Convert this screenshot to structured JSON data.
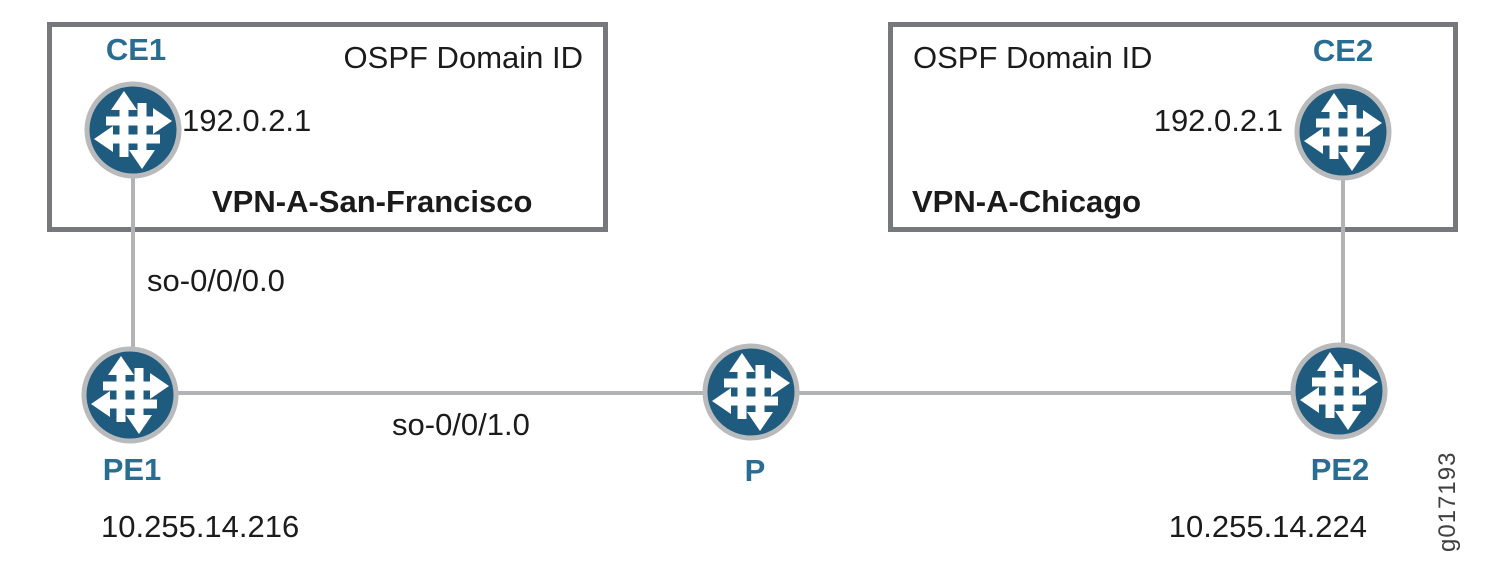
{
  "boxes": {
    "san_francisco": {
      "ospf_title": "OSPF Domain ID",
      "domain_id": "192.0.2.1",
      "vpn_label": "VPN-A-San-Francisco"
    },
    "chicago": {
      "ospf_title": "OSPF Domain ID",
      "domain_id": "192.0.2.1",
      "vpn_label": "VPN-A-Chicago"
    }
  },
  "nodes": {
    "ce1": {
      "label": "CE1",
      "type": "router"
    },
    "ce2": {
      "label": "CE2",
      "type": "router"
    },
    "pe1": {
      "label": "PE1",
      "type": "router",
      "address": "10.255.14.216"
    },
    "p": {
      "label": "P",
      "type": "router"
    },
    "pe2": {
      "label": "PE2",
      "type": "router",
      "address": "10.255.14.224"
    }
  },
  "links": {
    "ce1_pe1": {
      "label": "so-0/0/0.0"
    },
    "pe1_p": {
      "label": "so-0/0/1.0"
    }
  },
  "figure_id": "g017193",
  "colors": {
    "router_fill": "#1F5B7E",
    "router_ring": "#B9BABC",
    "label_blue": "#2A6D92",
    "line_gray": "#B1B3B5",
    "box_border": "#77787B",
    "text_black": "#1B1B1B"
  }
}
